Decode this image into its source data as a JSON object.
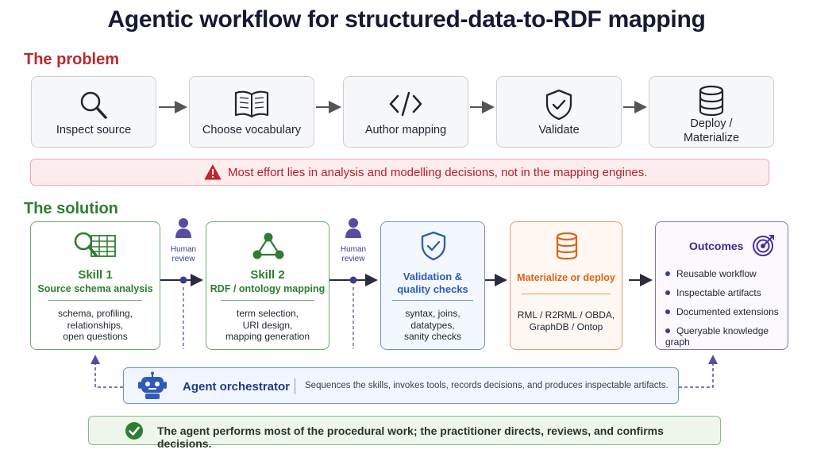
{
  "title": "Agentic workflow for structured-data-to-RDF mapping",
  "problem": {
    "heading": "The problem",
    "steps": [
      {
        "label": "Inspect source",
        "icon": "magnifier-icon"
      },
      {
        "label": "Choose vocabulary",
        "icon": "open-book-icon"
      },
      {
        "label": "Author mapping",
        "icon": "code-brackets-icon"
      },
      {
        "label": "Validate",
        "icon": "shield-check-icon"
      },
      {
        "label": "Deploy /",
        "label2": "Materialize",
        "icon": "database-icon"
      }
    ],
    "warning": "Most effort lies in analysis and modelling decisions, not in the mapping engines."
  },
  "solution": {
    "heading": "The solution",
    "skill1": {
      "title": "Skill 1",
      "subtitle": "Source schema analysis",
      "lines": [
        "schema, profiling,",
        "relationships,",
        "open questions"
      ]
    },
    "skill2": {
      "title": "Skill 2",
      "subtitle": "RDF / ontology mapping",
      "lines": [
        "term selection,",
        "URI design,",
        "mapping generation"
      ]
    },
    "validation": {
      "title1": "Validation &",
      "title2": "quality checks",
      "lines": [
        "syntax, joins,",
        "datatypes,",
        "sanity checks"
      ]
    },
    "deploy": {
      "title": "Materialize or deploy",
      "lines": [
        "RML / R2RML / OBDA,",
        "GraphDB / Ontop"
      ]
    },
    "outcomes": {
      "title": "Outcomes",
      "items": [
        "Reusable workflow",
        "Inspectable artifacts",
        "Documented extensions",
        "Queryable knowledge graph"
      ]
    },
    "human_review": {
      "line1": "Human",
      "line2": "review"
    },
    "orchestrator": {
      "title": "Agent orchestrator",
      "description": "Sequences the skills, invokes tools, records decisions, and produces inspectable artifacts."
    },
    "conclusion": "The agent performs most of the procedural work; the practitioner directs, reviews, and confirms decisions."
  },
  "colors": {
    "problem_red": "#c0262d",
    "solution_green": "#2e7d32",
    "validation_blue": "#2f5bb8",
    "deploy_orange": "#d9641c",
    "outcomes_purple": "#4b2f96"
  }
}
